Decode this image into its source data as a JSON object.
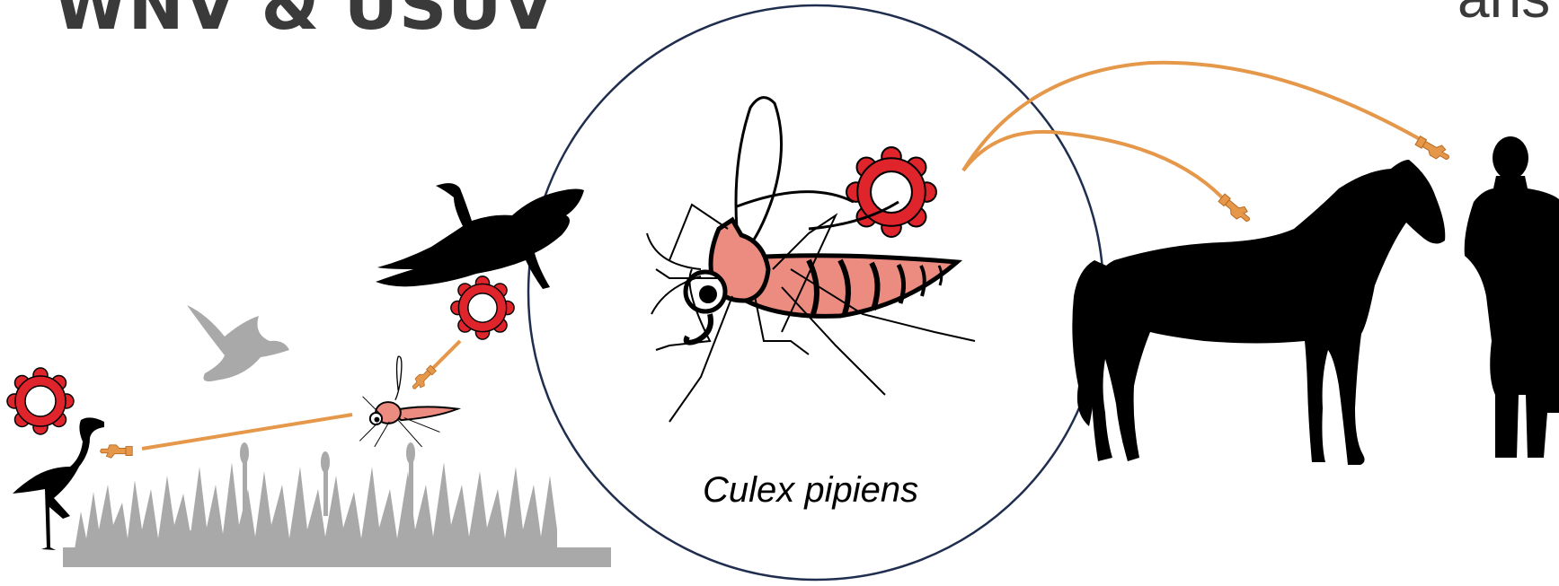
{
  "header": {
    "title_left": "WNV & USUV",
    "title_right": "ans"
  },
  "vector": {
    "species_label": "Culex pipiens"
  },
  "colors": {
    "virus_red": "#e0242b",
    "mosquito_body": "#ec8c80",
    "transmission_arrow": "#e5974a",
    "circle_outline": "#1f2d4e",
    "silhouette_black": "#000000",
    "silhouette_grey": "#a9a9a9"
  },
  "icons": {
    "virus": "gear-virus-icon",
    "mosquito": "mosquito-icon",
    "bird": "bird-icon",
    "heron": "heron-icon",
    "horse": "horse-icon",
    "human": "human-icon",
    "pointing_hand": "pointing-hand-icon"
  }
}
